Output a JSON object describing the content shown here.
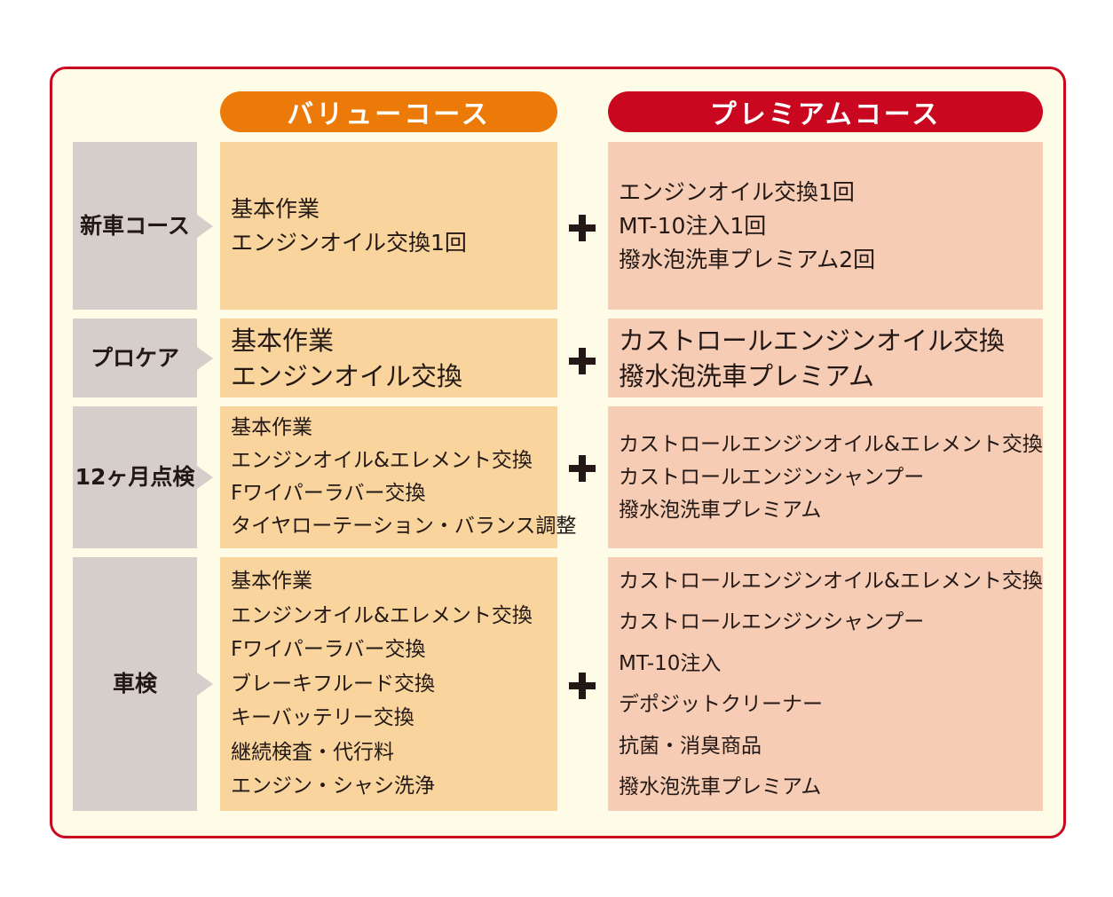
{
  "headers": {
    "value_course": "バリューコース",
    "premium_course": "プレミアムコース"
  },
  "rows": [
    {
      "label": [
        "新車",
        "コース"
      ],
      "value": [
        "基本作業",
        "エンジンオイル交換1回"
      ],
      "premium": [
        "エンジンオイル交換1回",
        "MT-10注入1回",
        "撥水泡洗車プレミアム2回"
      ]
    },
    {
      "label": [
        "プロケア"
      ],
      "value": [
        "基本作業",
        "エンジンオイル交換"
      ],
      "premium": [
        "カストロールエンジンオイル交換",
        "撥水泡洗車プレミアム"
      ]
    },
    {
      "label": [
        "12ヶ月",
        "点検"
      ],
      "value": [
        "基本作業",
        "エンジンオイル&エレメント交換",
        "Fワイパーラバー交換",
        "タイヤローテーション・バランス調整"
      ],
      "premium": [
        "カストロールエンジンオイル&エレメント交換",
        "カストロールエンジンシャンプー",
        "撥水泡洗車プレミアム"
      ]
    },
    {
      "label": [
        "車検"
      ],
      "value": [
        "基本作業",
        "エンジンオイル&エレメント交換",
        "Fワイパーラバー交換",
        "ブレーキフルード交換",
        "キーバッテリー交換",
        "継続検査・代行料",
        "エンジン・シャシ洗浄"
      ],
      "premium": [
        "カストロールエンジンオイル&エレメント交換",
        "カストロールエンジンシャンプー",
        "MT-10注入",
        "デポジットクリーナー",
        "抗菌・消臭商品",
        "撥水泡洗車プレミアム"
      ]
    }
  ],
  "colors": {
    "frame_border": "#c9071e",
    "frame_bg": "#fefbe6",
    "value_header": "#ec7a08",
    "premium_header": "#c9071e",
    "value_cell": "#f9d59d",
    "premium_cell": "#f6cdb4",
    "label_cell": "#d6ceca"
  },
  "icons": {
    "plus": "plus-icon"
  }
}
